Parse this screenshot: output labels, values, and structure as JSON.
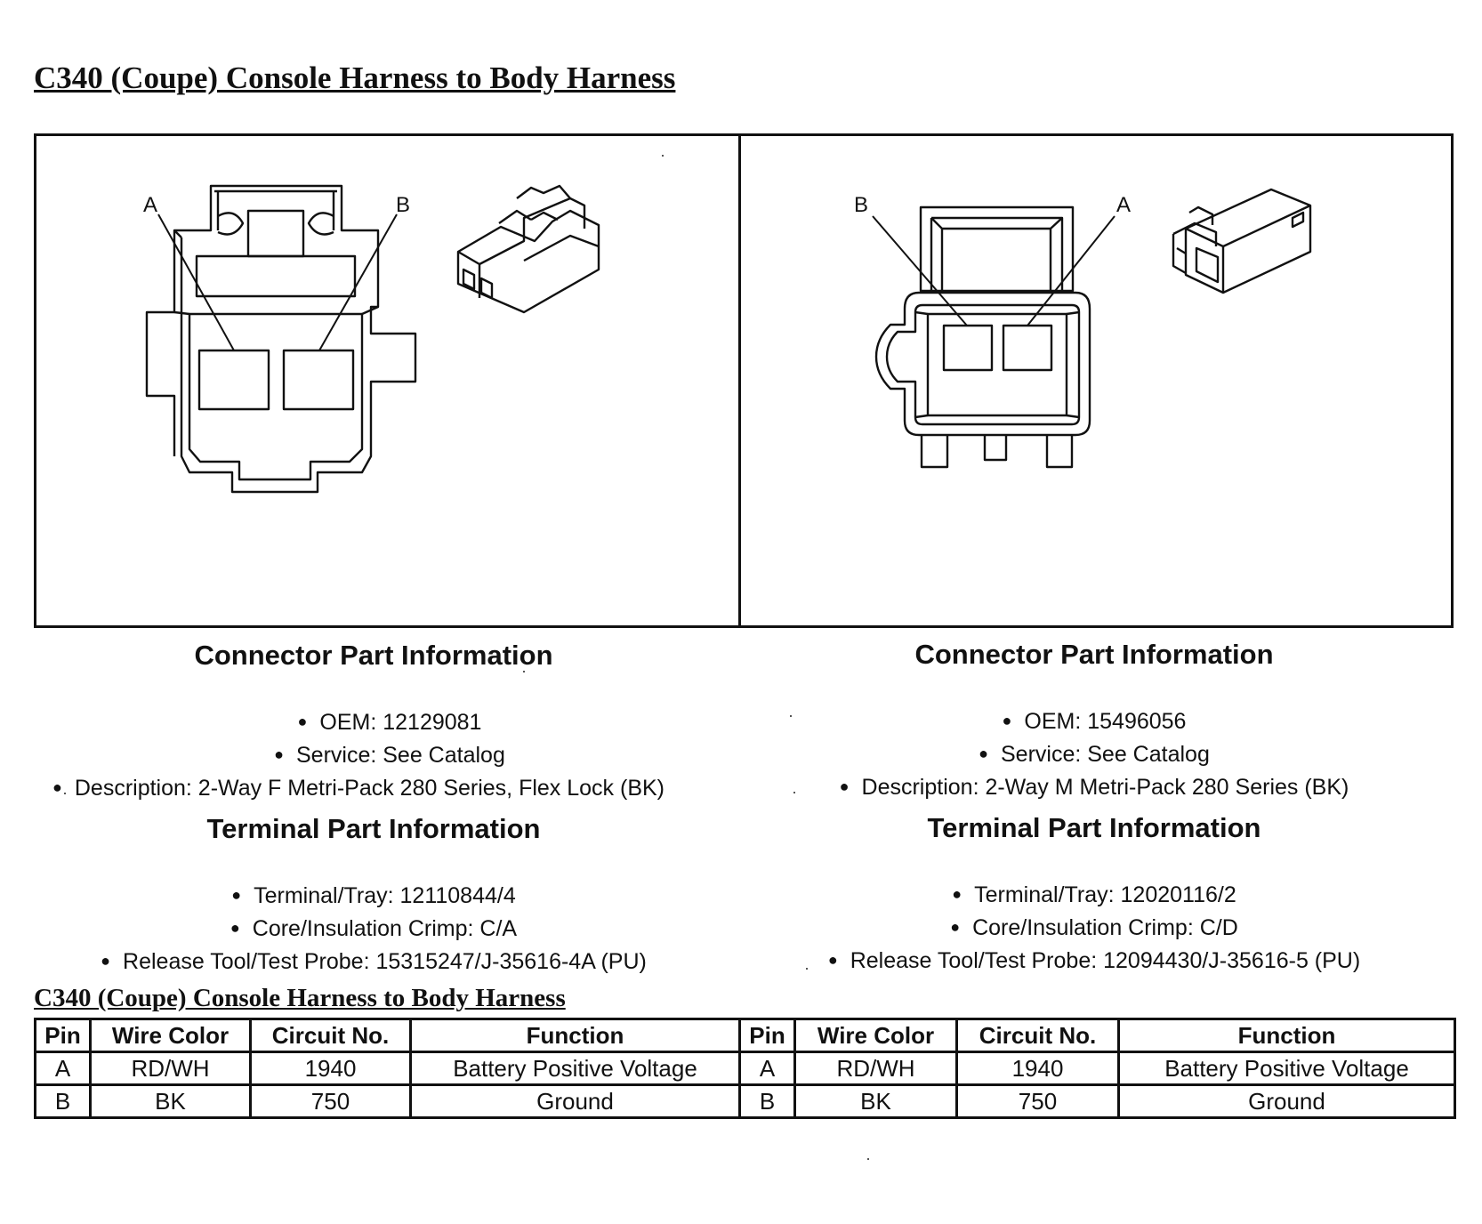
{
  "document": {
    "title": "C340 (Coupe) Console Harness to Body Harness",
    "table_title": "C340 (Coupe) Console Harness to Body Harness"
  },
  "left_connector": {
    "pin_labels": [
      "A",
      "B"
    ],
    "connector_heading": "Connector Part Information",
    "connector_info": {
      "oem": "OEM: 12129081",
      "service": "Service: See Catalog",
      "description": "Description: 2-Way F Metri-Pack 280 Series, Flex Lock (BK)"
    },
    "terminal_heading": "Terminal Part Information",
    "terminal_info": {
      "terminal_tray": "Terminal/Tray: 12110844/4",
      "crimp": "Core/Insulation Crimp: C/A",
      "release_tool": "Release Tool/Test Probe: 15315247/J-35616-4A (PU)"
    }
  },
  "right_connector": {
    "pin_labels": [
      "B",
      "A"
    ],
    "connector_heading": "Connector Part Information",
    "connector_info": {
      "oem": "OEM: 15496056",
      "service": "Service: See Catalog",
      "description": "Description: 2-Way M Metri-Pack 280 Series (BK)"
    },
    "terminal_heading": "Terminal Part Information",
    "terminal_info": {
      "terminal_tray": "Terminal/Tray: 12020116/2",
      "crimp": "Core/Insulation Crimp: C/D",
      "release_tool": "Release Tool/Test Probe: 12094430/J-35616-5 (PU)"
    }
  },
  "pin_table": {
    "headers": [
      "Pin",
      "Wire Color",
      "Circuit No.",
      "Function",
      "Pin",
      "Wire Color",
      "Circuit No.",
      "Function"
    ],
    "rows": [
      [
        "A",
        "RD/WH",
        "1940",
        "Battery Positive Voltage",
        "A",
        "RD/WH",
        "1940",
        "Battery Positive Voltage"
      ],
      [
        "B",
        "BK",
        "750",
        "Ground",
        "B",
        "BK",
        "750",
        "Ground"
      ]
    ]
  },
  "colors": {
    "line": "#111111",
    "background": "#ffffff"
  },
  "icons": {
    "bullet": "bullet-icon"
  }
}
